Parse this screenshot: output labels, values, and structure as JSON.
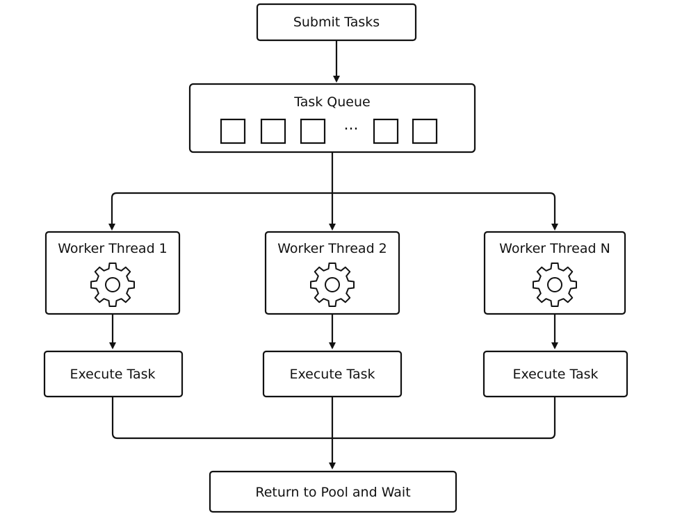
{
  "submit": {
    "label": "Submit Tasks"
  },
  "queue": {
    "label": "Task Queue",
    "ellipsis": "···"
  },
  "workers": [
    {
      "label": "Worker Thread 1",
      "execute_label": "Execute Task"
    },
    {
      "label": "Worker Thread 2",
      "execute_label": "Execute Task"
    },
    {
      "label": "Worker Thread N",
      "execute_label": "Execute Task"
    }
  ],
  "return": {
    "label": "Return to Pool and Wait"
  },
  "icons": {
    "worker_icon": "gear-icon"
  },
  "colors": {
    "stroke": "#111111",
    "background": "#ffffff"
  }
}
